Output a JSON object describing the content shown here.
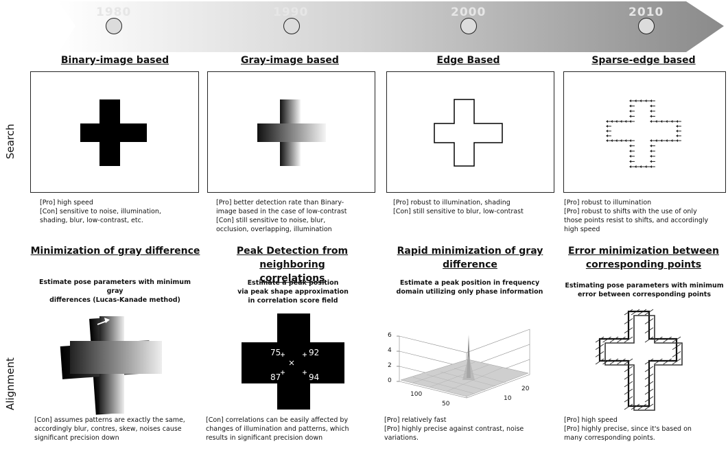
{
  "timeline": {
    "years": [
      "1980",
      "1990",
      "2000",
      "2010"
    ]
  },
  "row_labels": {
    "search": "Search",
    "alignment": "Alignment"
  },
  "search": [
    {
      "title": "Binary-image based",
      "notes": [
        "[Pro] high speed",
        "[Con] sensitive to noise, illumination,",
        "shading, blur, low-contrast, etc."
      ]
    },
    {
      "title": "Gray-image based",
      "notes": [
        "[Pro] better detection rate than Binary-",
        "image based in the case of low-contrast",
        "[Con] still sensitive to noise, blur,",
        "occlusion, overlapping, illumination"
      ]
    },
    {
      "title": "Edge Based",
      "notes": [
        "[Pro] robust to illumination, shading",
        "[Con] still sensitive to blur, low-contrast"
      ]
    },
    {
      "title": "Sparse-edge based",
      "notes": [
        "[Pro] robust to illumination",
        "[Pro] robust to shifts  with the use of only",
        "those points resist to shifts, and accordingly",
        "high speed"
      ]
    }
  ],
  "alignment": [
    {
      "title_lines": [
        "Minimization of gray difference"
      ],
      "desc": [
        "Estimate pose parameters with minimum gray",
        "differences (Lucas-Kanade method)"
      ],
      "notes": [
        "[Con] assumes patterns are exactly the same,",
        "accordingly blur, contres, skew, noises cause",
        "significant precision down"
      ]
    },
    {
      "title_lines": [
        "Peak Detection from neighboring",
        "correlations"
      ],
      "desc": [
        "Estimate a peak  position",
        "via peak shape approximation",
        "in correlation score field"
      ],
      "scores": [
        "75",
        "92",
        "87",
        "94"
      ],
      "notes": [
        "[Con] correlations can be easily affected by",
        "changes of illumination and patterns, which",
        "results in significant precision down"
      ]
    },
    {
      "title_lines": [
        "Rapid minimization of gray",
        "difference"
      ],
      "desc": [
        "Estimate a peak position in frequency",
        "domain utilizing only phase information"
      ],
      "axis_z": [
        "6",
        "4",
        "2",
        "0"
      ],
      "axis_x": [
        "100",
        "50"
      ],
      "axis_y": [
        "10",
        "20"
      ],
      "notes": [
        "[Pro] relatively fast",
        "[Pro] highly precise against contrast, noise",
        "variations."
      ]
    },
    {
      "title_lines": [
        "Error minimization between",
        "corresponding points"
      ],
      "desc": [
        "Estimating pose parameters with minimum",
        "error between corresponding points"
      ],
      "notes": [
        "[Pro] high speed",
        "[Pro] highly precise, since it's based on",
        "many corresponding points."
      ]
    }
  ]
}
